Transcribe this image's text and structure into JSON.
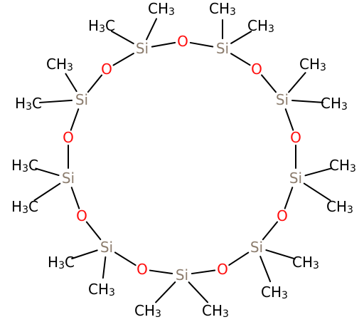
{
  "colors": {
    "bond": "#000000",
    "si": "#8c7d6e",
    "o": "#ff0d0d",
    "c": "#000000",
    "background": "#ffffff"
  },
  "elements": {
    "Si": "Si",
    "O": "O",
    "C": "CH",
    "H_left": "H",
    "C_left": "C",
    "sub": "3"
  },
  "atoms": [
    {
      "id": "si1",
      "element": "Si"
    },
    {
      "id": "o1",
      "element": "O"
    },
    {
      "id": "si2",
      "element": "Si"
    },
    {
      "id": "o2",
      "element": "O"
    },
    {
      "id": "si3",
      "element": "Si"
    },
    {
      "id": "o3",
      "element": "O"
    },
    {
      "id": "si4",
      "element": "Si"
    },
    {
      "id": "o4",
      "element": "O"
    },
    {
      "id": "si5",
      "element": "Si"
    },
    {
      "id": "o5",
      "element": "O"
    },
    {
      "id": "si6",
      "element": "Si"
    },
    {
      "id": "o6",
      "element": "O"
    },
    {
      "id": "si7",
      "element": "Si"
    },
    {
      "id": "o7",
      "element": "O"
    },
    {
      "id": "si8",
      "element": "Si"
    },
    {
      "id": "o8",
      "element": "O"
    },
    {
      "id": "si9",
      "element": "Si"
    },
    {
      "id": "o9",
      "element": "O"
    },
    {
      "id": "si10",
      "element": "Si"
    },
    {
      "id": "o10",
      "element": "O"
    },
    {
      "id": "me1a",
      "element": "C"
    },
    {
      "id": "me1b",
      "element": "C"
    },
    {
      "id": "me2a",
      "element": "C"
    },
    {
      "id": "me2b",
      "element": "C"
    },
    {
      "id": "me3a",
      "element": "C"
    },
    {
      "id": "me3b",
      "element": "C"
    },
    {
      "id": "me4a",
      "element": "C"
    },
    {
      "id": "me4b",
      "element": "C"
    },
    {
      "id": "me5a",
      "element": "C"
    },
    {
      "id": "me5b",
      "element": "C"
    },
    {
      "id": "me6a",
      "element": "C"
    },
    {
      "id": "me6b",
      "element": "C"
    },
    {
      "id": "me7a",
      "element": "C"
    },
    {
      "id": "me7b",
      "element": "C"
    },
    {
      "id": "me8a",
      "element": "C"
    },
    {
      "id": "me8b",
      "element": "C"
    },
    {
      "id": "me9a",
      "element": "C"
    },
    {
      "id": "me9b",
      "element": "C"
    },
    {
      "id": "me10a",
      "element": "C"
    },
    {
      "id": "me10b",
      "element": "C"
    }
  ],
  "bonds": [
    [
      "si1",
      "o1"
    ],
    [
      "o1",
      "si2"
    ],
    [
      "si2",
      "o2"
    ],
    [
      "o2",
      "si3"
    ],
    [
      "si3",
      "o3"
    ],
    [
      "o3",
      "si4"
    ],
    [
      "si4",
      "o4"
    ],
    [
      "o4",
      "si5"
    ],
    [
      "si5",
      "o5"
    ],
    [
      "o5",
      "si6"
    ],
    [
      "si6",
      "o6"
    ],
    [
      "o6",
      "si7"
    ],
    [
      "si7",
      "o7"
    ],
    [
      "o7",
      "si8"
    ],
    [
      "si8",
      "o8"
    ],
    [
      "o8",
      "si9"
    ],
    [
      "si9",
      "o9"
    ],
    [
      "o9",
      "si10"
    ],
    [
      "si10",
      "o10"
    ],
    [
      "o10",
      "si1"
    ],
    [
      "si1",
      "me1a"
    ],
    [
      "si1",
      "me1b"
    ],
    [
      "si2",
      "me2a"
    ],
    [
      "si2",
      "me2b"
    ],
    [
      "si3",
      "me3a"
    ],
    [
      "si3",
      "me3b"
    ],
    [
      "si4",
      "me4a"
    ],
    [
      "si4",
      "me4b"
    ],
    [
      "si5",
      "me5a"
    ],
    [
      "si5",
      "me5b"
    ],
    [
      "si6",
      "me6a"
    ],
    [
      "si6",
      "me6b"
    ],
    [
      "si7",
      "me7a"
    ],
    [
      "si7",
      "me7b"
    ],
    [
      "si8",
      "me8a"
    ],
    [
      "si8",
      "me8b"
    ],
    [
      "si9",
      "me9a"
    ],
    [
      "si9",
      "me9b"
    ],
    [
      "si10",
      "me10a"
    ],
    [
      "si10",
      "me10b"
    ]
  ]
}
